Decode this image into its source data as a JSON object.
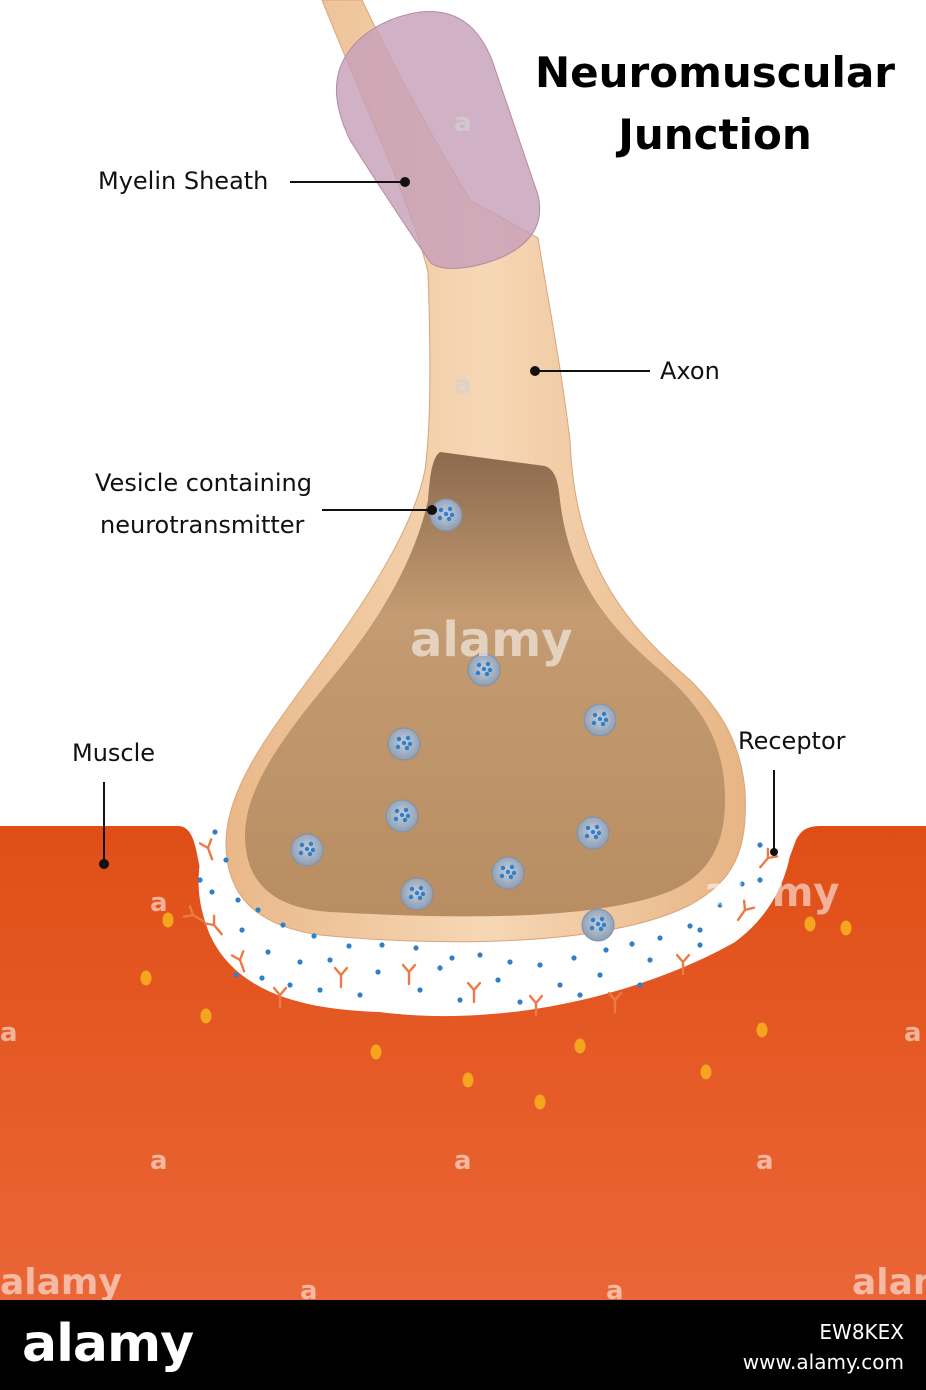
{
  "title": {
    "line1": "Neuromuscular",
    "line2": "Junction"
  },
  "labels": {
    "myelin": "Myelin Sheath",
    "axon": "Axon",
    "vesicle_line1": "Vesicle containing",
    "vesicle_line2": "neurotransmitter",
    "muscle": "Muscle",
    "receptor": "Receptor"
  },
  "watermark": {
    "text": "alamy",
    "mark": "a"
  },
  "footer": {
    "logo": "alamy",
    "image_id": "EW8KEX",
    "url": "www.alamy.com"
  },
  "colors": {
    "muscle_top": "#e04e16",
    "muscle_bottom": "#ea6636",
    "axon": "#f1c9a0",
    "terminal_inner": "#b68a62",
    "myelin": "#c9a1ba",
    "vesicle": "#a9b6c7",
    "neurotransmitter": "#2f7fc9",
    "receptor": "#ec7a45",
    "ion": "#f6a61e",
    "cleft": "#ffffff"
  },
  "icons": [
    "vesicle-icon",
    "receptor-icon",
    "neurotransmitter-dot-icon",
    "ion-dot-icon",
    "leader-dot-icon"
  ]
}
